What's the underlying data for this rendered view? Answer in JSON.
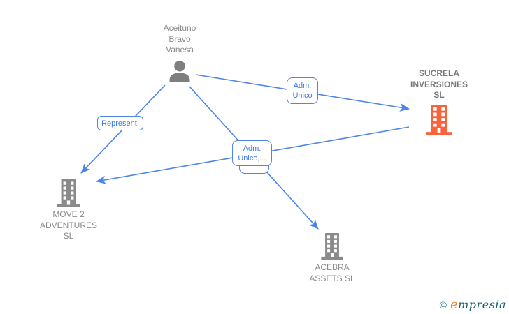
{
  "diagram": {
    "type": "corporate-relationship-graph",
    "person": {
      "label_lines": [
        "Aceituno",
        "Bravo",
        "Vanesa"
      ]
    },
    "companies": {
      "sucrela": {
        "label_lines": [
          "SUCRELA",
          "INVERSIONES",
          "SL"
        ],
        "highlighted": true
      },
      "move2": {
        "label_lines": [
          "MOVE 2",
          "ADVENTURES",
          "SL"
        ],
        "highlighted": false
      },
      "acebra": {
        "label_lines": [
          "ACEBRA",
          "ASSETS  SL"
        ],
        "highlighted": false
      }
    },
    "edge_labels": {
      "adm_unico": {
        "line1": "Adm.",
        "line2": "Unico"
      },
      "represent": {
        "line1": "Represent."
      },
      "adm_unico_more": {
        "line1": "Adm.",
        "line2": "Unico,..."
      }
    },
    "edges": [
      {
        "from": "Aceituno Bravo Vanesa",
        "to": "SUCRELA INVERSIONES SL",
        "label": "Adm. Unico"
      },
      {
        "from": "Aceituno Bravo Vanesa",
        "to": "MOVE 2 ADVENTURES SL",
        "label": "Represent."
      },
      {
        "from": "Aceituno Bravo Vanesa",
        "to": "ACEBRA ASSETS SL",
        "label": "Adm. Unico,..."
      },
      {
        "from": "SUCRELA INVERSIONES SL",
        "to": "MOVE 2 ADVENTURES SL",
        "label": ""
      }
    ]
  },
  "footer": {
    "copyright_symbol": "©",
    "brand_e": "e",
    "brand_rest": "mpresia"
  },
  "colors": {
    "edge_blue": "#4d85e8",
    "edge_label_text": "#3d7ae4",
    "node_text_gray": "#8b8b8b",
    "icon_gray": "#7e7e7e",
    "building_orange": "#f9623a",
    "brand_orange": "#ee7d2f",
    "brand_teal": "#1d5f6d",
    "copyright_teal": "#2b7f9e"
  }
}
